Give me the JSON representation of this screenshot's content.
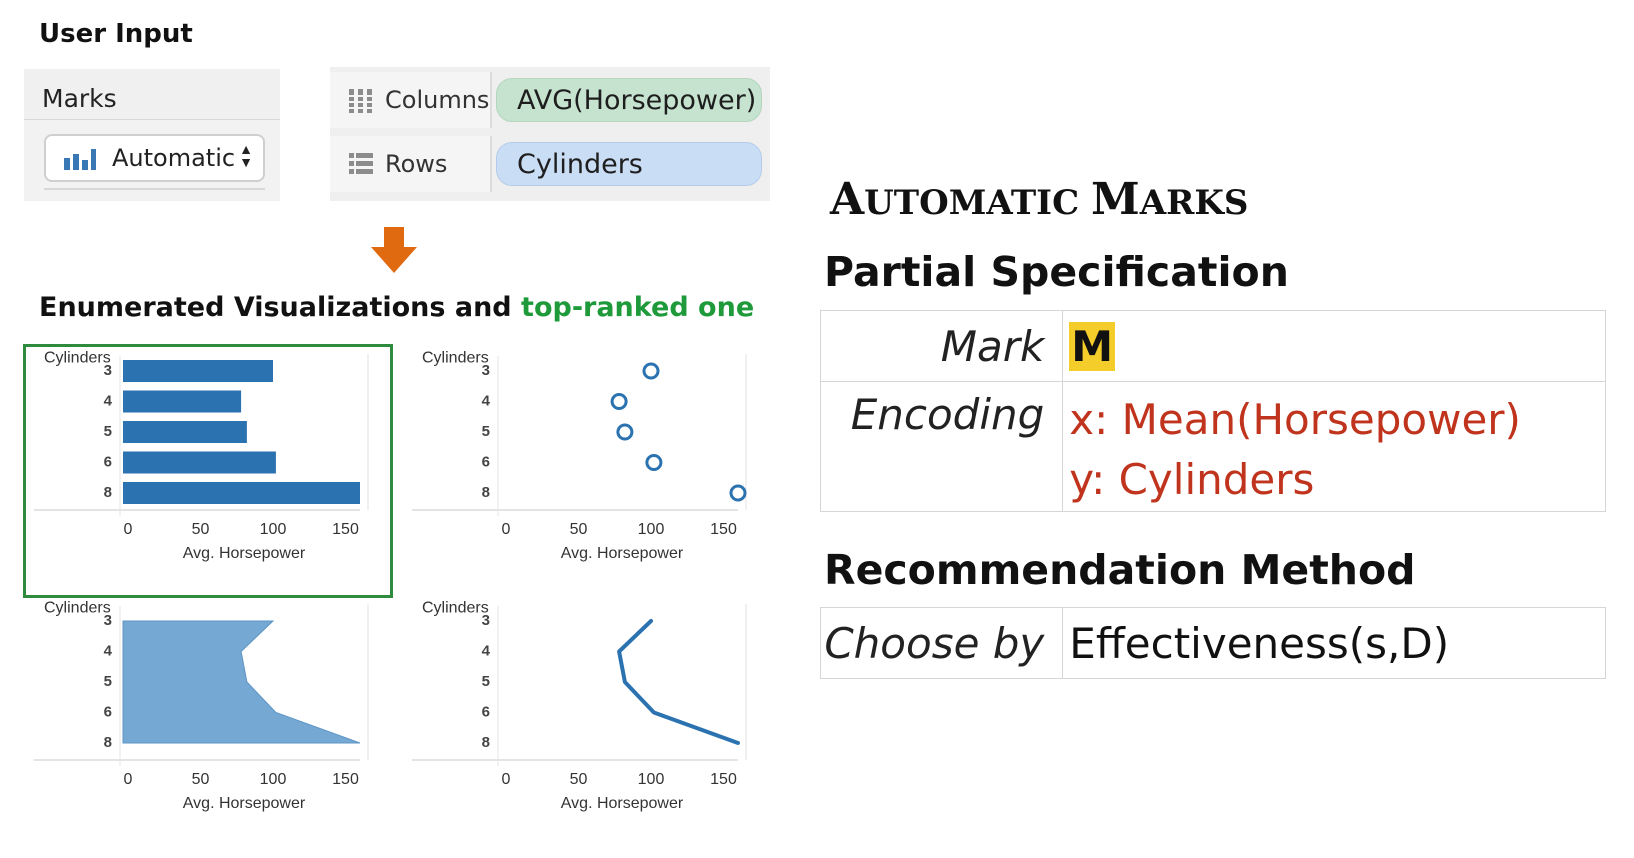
{
  "user_input": {
    "title": "User Input",
    "marks_panel": {
      "label": "Marks",
      "select_value": "Automatic",
      "select_icon": "bar-chart-icon"
    },
    "shelves": [
      {
        "label": "Columns",
        "icon": "columns-icon",
        "pill": "AVG(Horsepower)",
        "pill_color": "#c6e3cf"
      },
      {
        "label": "Rows",
        "icon": "rows-icon",
        "pill": "Cylinders",
        "pill_color": "#c9ddf5"
      }
    ]
  },
  "enumerated": {
    "title_part1": "Enumerated  Visualizations and ",
    "title_highlight": "top-ranked one",
    "highlight_color": "#1f9a3a"
  },
  "chart_data": [
    {
      "type": "bar",
      "categories": [
        "3",
        "4",
        "5",
        "6",
        "8"
      ],
      "values": [
        100,
        78,
        82,
        102,
        160
      ],
      "ytitle": "Cylinders",
      "xlabel": "Avg. Horsepower",
      "xlim": [
        0,
        160
      ],
      "xticks": [
        0,
        50,
        100,
        150
      ],
      "top_ranked": true,
      "color": "#2b72b0"
    },
    {
      "type": "scatter",
      "categories": [
        "3",
        "4",
        "5",
        "6",
        "8"
      ],
      "values": [
        100,
        78,
        82,
        102,
        160
      ],
      "ytitle": "Cylinders",
      "xlabel": "Avg. Horsepower",
      "xlim": [
        0,
        160
      ],
      "xticks": [
        0,
        50,
        100,
        150
      ],
      "top_ranked": false,
      "color": "#2b72b0"
    },
    {
      "type": "area",
      "categories": [
        "3",
        "4",
        "5",
        "6",
        "8"
      ],
      "values": [
        100,
        78,
        82,
        102,
        160
      ],
      "ytitle": "Cylinders",
      "xlabel": "Avg. Horsepower",
      "xlim": [
        0,
        160
      ],
      "xticks": [
        0,
        50,
        100,
        150
      ],
      "top_ranked": false,
      "color": "#75a9d3"
    },
    {
      "type": "line",
      "categories": [
        "3",
        "4",
        "5",
        "6",
        "8"
      ],
      "values": [
        100,
        78,
        82,
        102,
        160
      ],
      "ytitle": "Cylinders",
      "xlabel": "Avg. Horsepower",
      "xlim": [
        0,
        160
      ],
      "xticks": [
        0,
        50,
        100,
        150
      ],
      "top_ranked": false,
      "color": "#2b72b0"
    }
  ],
  "automatic_marks": {
    "title_A": "A",
    "title_rest1": "UTOMATIC ",
    "title_M": "M",
    "title_rest2": "ARKS",
    "partial_spec": {
      "title": "Partial Specification",
      "mark_label": "Mark",
      "mark_value": "M",
      "encoding_label": "Encoding",
      "encoding_x": "x: Mean(Horsepower)",
      "encoding_y": "y: Cylinders",
      "encoding_color": "#c0341d",
      "highlight_color": "#f5cd2b"
    },
    "recommendation": {
      "title": "Recommendation Method",
      "label": "Choose by",
      "value": "Effectiveness(s,D)"
    }
  }
}
